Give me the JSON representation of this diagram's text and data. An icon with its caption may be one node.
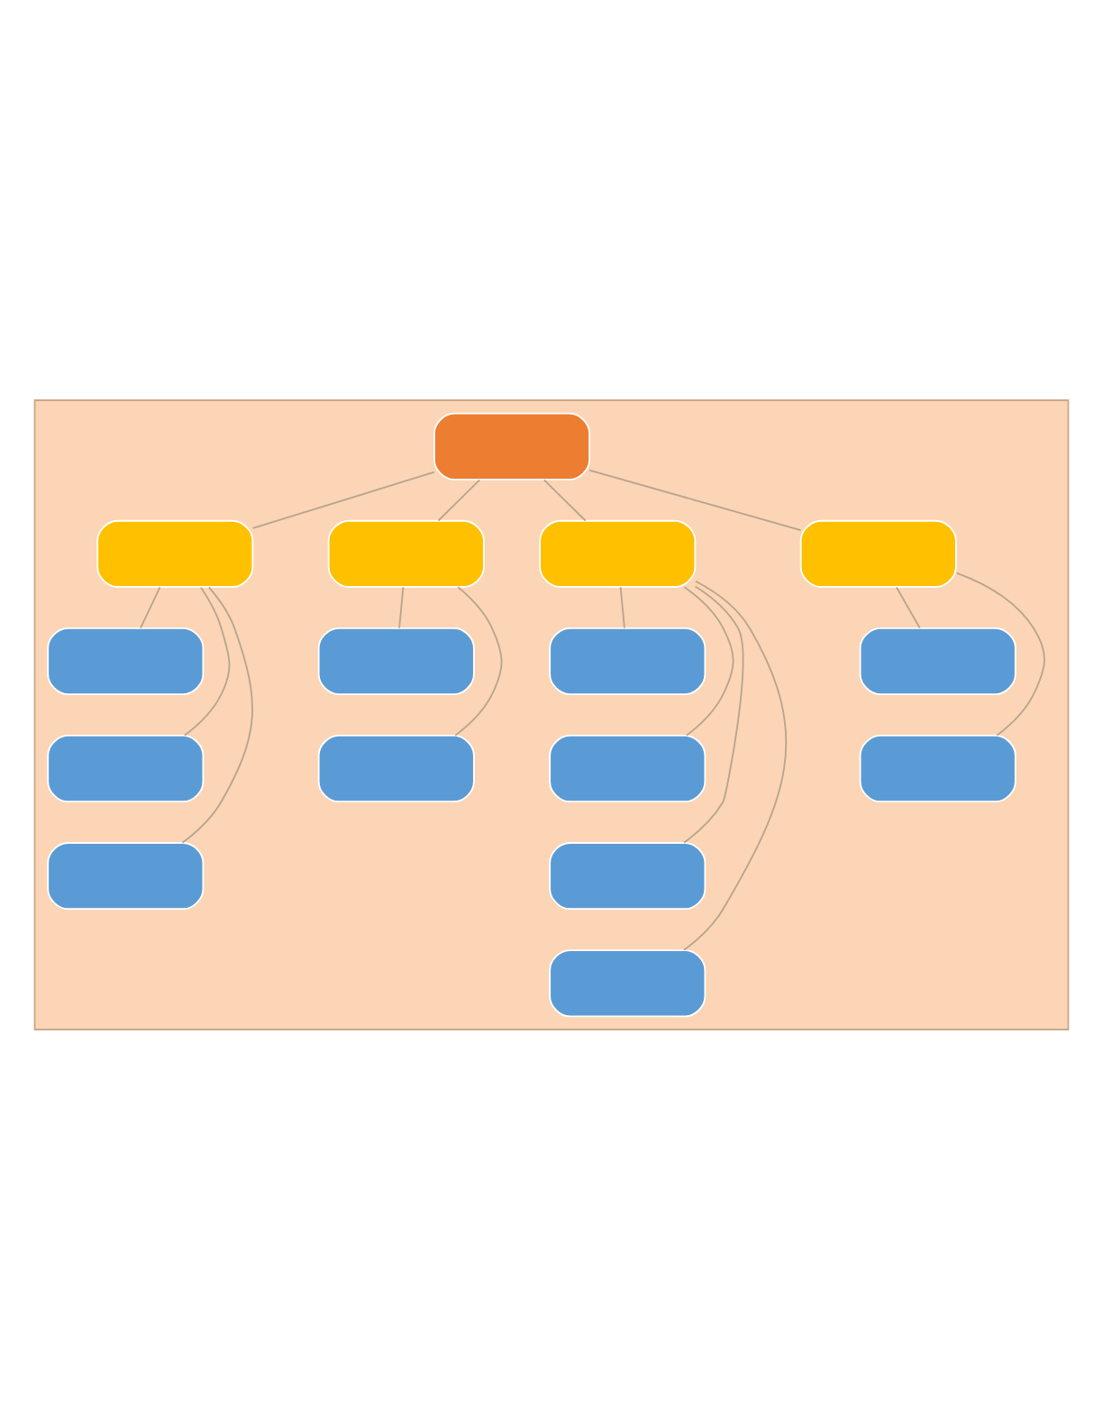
{
  "diagram": {
    "nodes": [
      {
        "text": [],
        "shape": "box"
      },
      {
        "text": [],
        "shape": "box",
        "in": 0
      },
      {
        "text": [],
        "shape": "box",
        "in": 0
      },
      {
        "text": [],
        "shape": "box",
        "in": 0
      },
      {
        "text": [],
        "shape": "box",
        "in": 0
      },
      {
        "text": [],
        "shape": "box",
        "in": 0
      },
      {
        "text": [],
        "shape": "box",
        "in": 0
      },
      {
        "text": [],
        "shape": "box",
        "in": 0
      },
      {
        "text": [],
        "shape": "box",
        "in": 0
      },
      {
        "text": [],
        "shape": "box",
        "in": 0
      },
      {
        "text": [],
        "shape": "box",
        "in": 0
      },
      {
        "text": [],
        "shape": "box",
        "in": 0
      },
      {
        "text": [],
        "shape": "box",
        "in": 0
      },
      {
        "text": [],
        "shape": "box",
        "in": 0
      },
      {
        "text": [],
        "shape": "box",
        "in": 0
      },
      {
        "text": [],
        "shape": "box",
        "in": 0
      },
      {
        "text": [],
        "shape": "box",
        "in": 0
      }
    ],
    "edges": [
      {
        "from": 1,
        "to": 2,
        "arrow": "none"
      },
      {
        "from": 1,
        "to": 3,
        "arrow": "none"
      },
      {
        "from": 1,
        "to": 4,
        "arrow": "none"
      },
      {
        "from": 1,
        "to": 5,
        "arrow": "none"
      },
      {
        "from": 2,
        "to": 6,
        "arrow": "none"
      },
      {
        "from": 2,
        "to": 10,
        "arrow": "none"
      },
      {
        "from": 2,
        "to": 14,
        "arrow": "none"
      },
      {
        "from": 3,
        "to": 7,
        "arrow": "none"
      },
      {
        "from": 3,
        "to": 11,
        "arrow": "none"
      },
      {
        "from": 4,
        "to": 8,
        "arrow": "none"
      },
      {
        "from": 4,
        "to": 12,
        "arrow": "none"
      },
      {
        "from": 4,
        "to": 15,
        "arrow": "none"
      },
      {
        "from": 4,
        "to": 16,
        "arrow": "none"
      },
      {
        "from": 5,
        "to": 9,
        "arrow": "none"
      },
      {
        "from": 5,
        "to": 13,
        "arrow": "none"
      }
    ]
  }
}
